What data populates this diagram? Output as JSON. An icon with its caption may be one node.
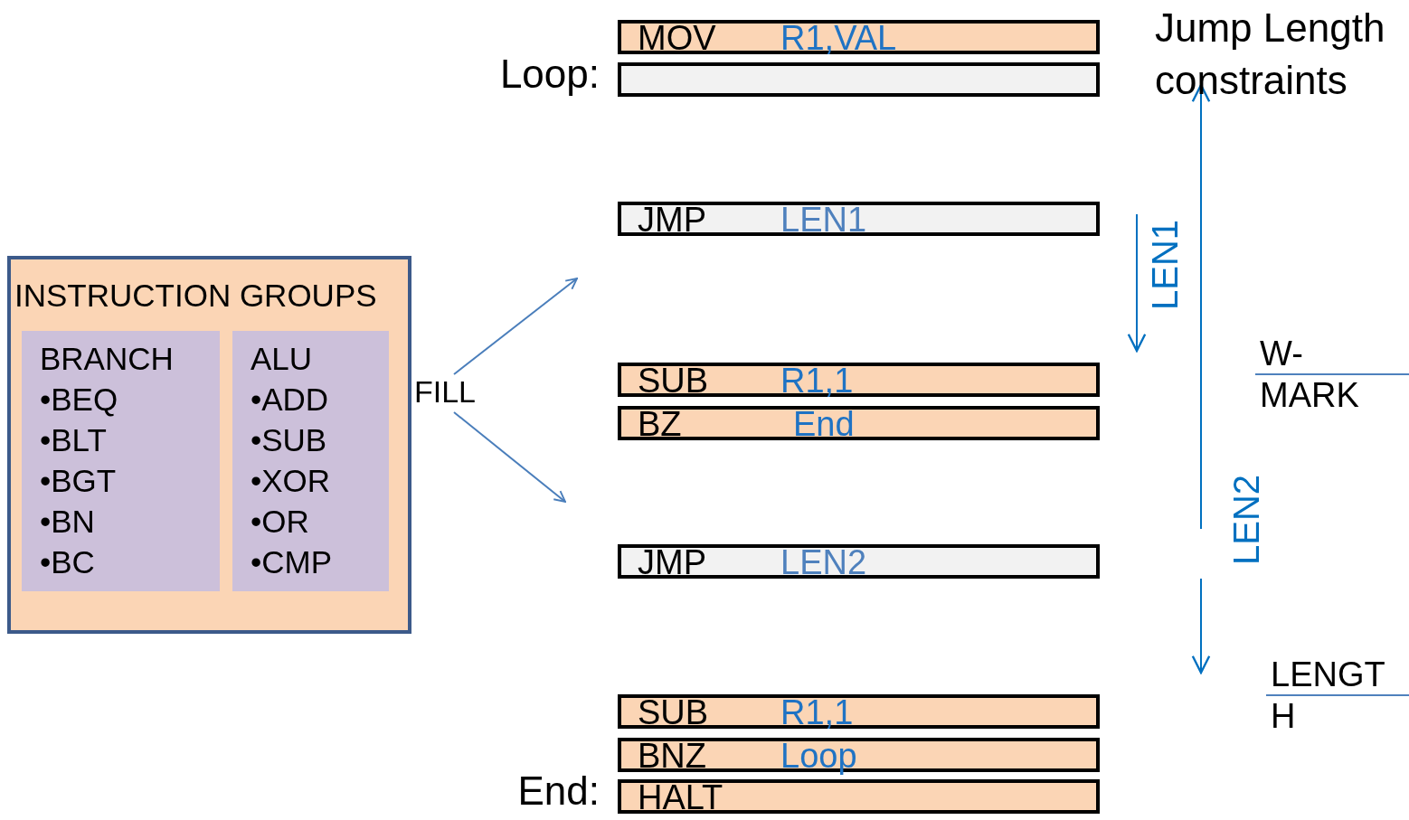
{
  "diagram": {
    "title": "Jump Length constraints",
    "nodes": [
      {
        "text": [
          "INSTRUCTION GROUPS"
        ]
      },
      {
        "text": [
          "BRANCH",
          "•BEQ",
          "•BLT",
          "•BGT",
          "•BN",
          "•BC"
        ],
        "in": 0
      },
      {
        "text": [
          "ALU",
          "•ADD",
          "•SUB",
          "•XOR",
          "•OR",
          "•CMP"
        ],
        "in": 0
      },
      {
        "text": [
          "MOV",
          "R1,VAL"
        ]
      },
      {
        "text": [],
        "shape": "bar",
        "beside": [
          "Loop:"
        ]
      },
      {
        "text": [
          "JMP",
          "LEN1"
        ]
      },
      {
        "text": [
          "SUB",
          "R1,1"
        ]
      },
      {
        "text": [
          "BZ",
          "End"
        ]
      },
      {
        "text": [
          "JMP",
          "LEN2"
        ]
      },
      {
        "text": [
          "SUB",
          "R1,1"
        ]
      },
      {
        "text": [
          "BNZ",
          "Loop"
        ]
      },
      {
        "text": [
          "HALT"
        ],
        "beside": [
          "End:"
        ]
      },
      {
        "text": [
          "FILL"
        ]
      }
    ],
    "edges": [
      {
        "from": 12,
        "to": null,
        "arrow": "to"
      },
      {
        "from": 12,
        "to": null,
        "arrow": "to"
      }
    ],
    "labels": [
      "LEN1",
      "W- MARK",
      "LEN2",
      "LENGT H"
    ]
  }
}
